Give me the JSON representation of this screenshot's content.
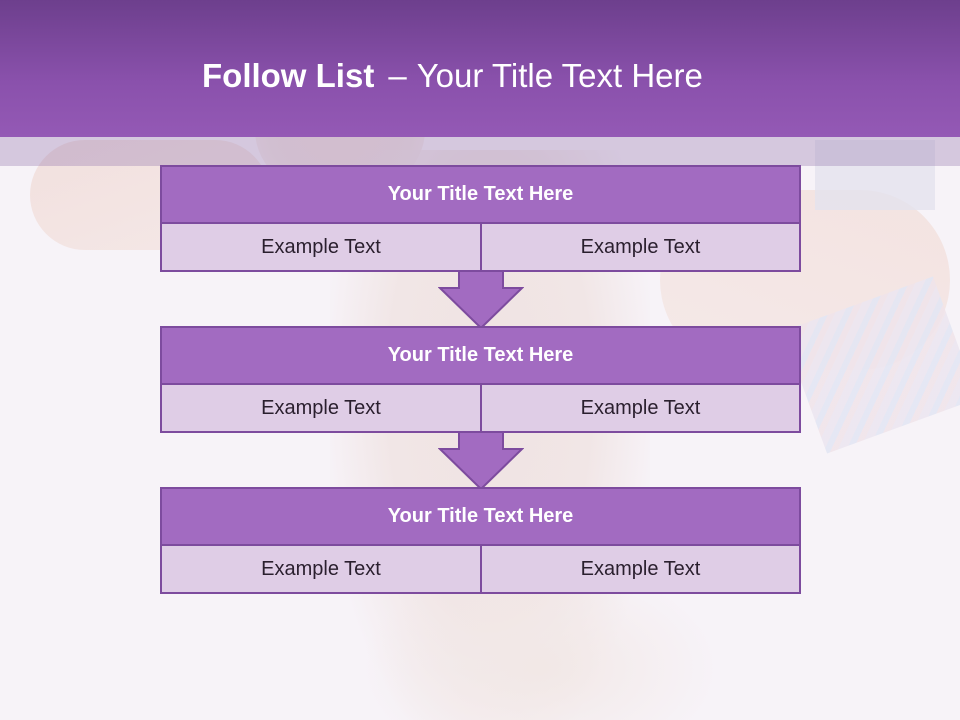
{
  "title": {
    "bold": "Follow List",
    "separator": "–",
    "rest": "Your Title Text Here"
  },
  "blocks": [
    {
      "heading": "Your Title Text Here",
      "left": "Example Text",
      "right": "Example Text"
    },
    {
      "heading": "Your Title Text Here",
      "left": "Example Text",
      "right": "Example Text"
    },
    {
      "heading": "Your Title Text Here",
      "left": "Example Text",
      "right": "Example Text"
    }
  ],
  "colors": {
    "header": "#8a51ac",
    "block_head": "#a26bc1",
    "block_cell": "#dfcde6",
    "border": "#7d4b9e"
  }
}
